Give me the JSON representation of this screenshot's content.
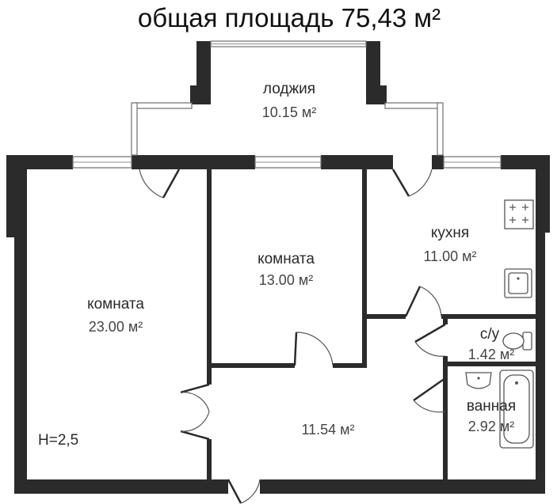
{
  "plan": {
    "title": "общая площадь 75,43 м²",
    "ceiling_height": "H=2,5",
    "rooms": {
      "loggia": {
        "name": "лоджия",
        "area": "10.15 м²"
      },
      "kitchen": {
        "name": "кухня",
        "area": "11.00 м²"
      },
      "middle_room": {
        "name": "комната",
        "area": "13.00 м²"
      },
      "big_room": {
        "name": "комната",
        "area": "23.00 м²"
      },
      "wc": {
        "name": "с/у",
        "area": "1.42 м²"
      },
      "bathroom": {
        "name": "ванная",
        "area": "2.92 м²"
      },
      "hallway": {
        "area": "11.54 м²"
      }
    }
  }
}
